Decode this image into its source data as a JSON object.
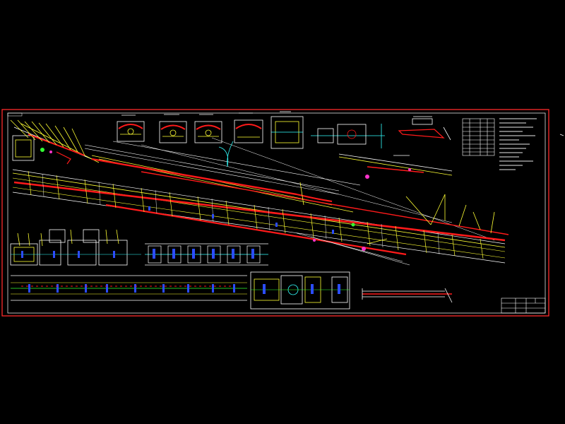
{
  "drawing": {
    "background": "#000000",
    "frame_color": "#ff2a2a",
    "line_colors": {
      "white": "#e8e8e8",
      "yellow": "#ffff33",
      "red": "#ff1a1a",
      "blue": "#2b4dff",
      "cyan": "#33ffff",
      "magenta": "#ff33cc",
      "green": "#33ff33"
    }
  },
  "elements": {
    "frame": "drawing-frame",
    "title_block": "title-block",
    "notes_table": "notes-table",
    "upper_profile": "inclined-conveyor-profile",
    "lower_profile": "horizontal-conveyor-profile",
    "section_details": "section-details"
  }
}
